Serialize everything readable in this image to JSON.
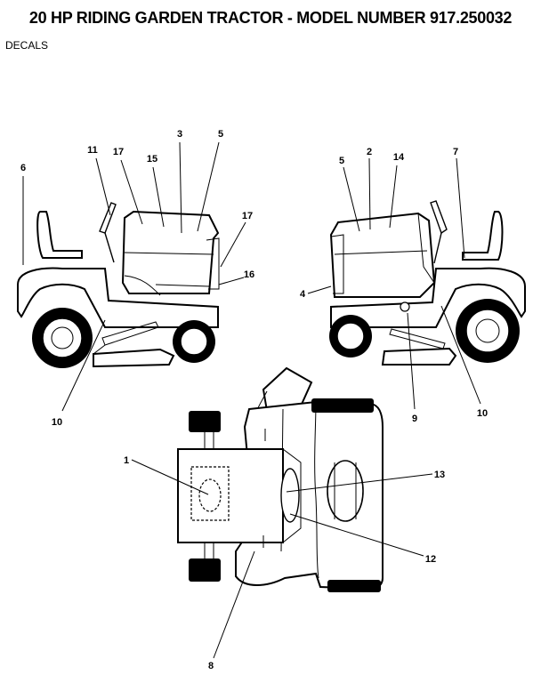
{
  "title": "20 HP RIDING GARDEN TRACTOR - MODEL NUMBER 917.250032",
  "subtitle": "DECALS",
  "callouts": {
    "c1": "1",
    "c2": "2",
    "c3": "3",
    "c4": "4",
    "c5a": "5",
    "c5b": "5",
    "c6": "6",
    "c7": "7",
    "c8": "8",
    "c9": "9",
    "c10a": "10",
    "c10b": "10",
    "c11": "11",
    "c12": "12",
    "c13": "13",
    "c14": "14",
    "c15": "15",
    "c16": "16",
    "c17a": "17",
    "c17b": "17"
  }
}
